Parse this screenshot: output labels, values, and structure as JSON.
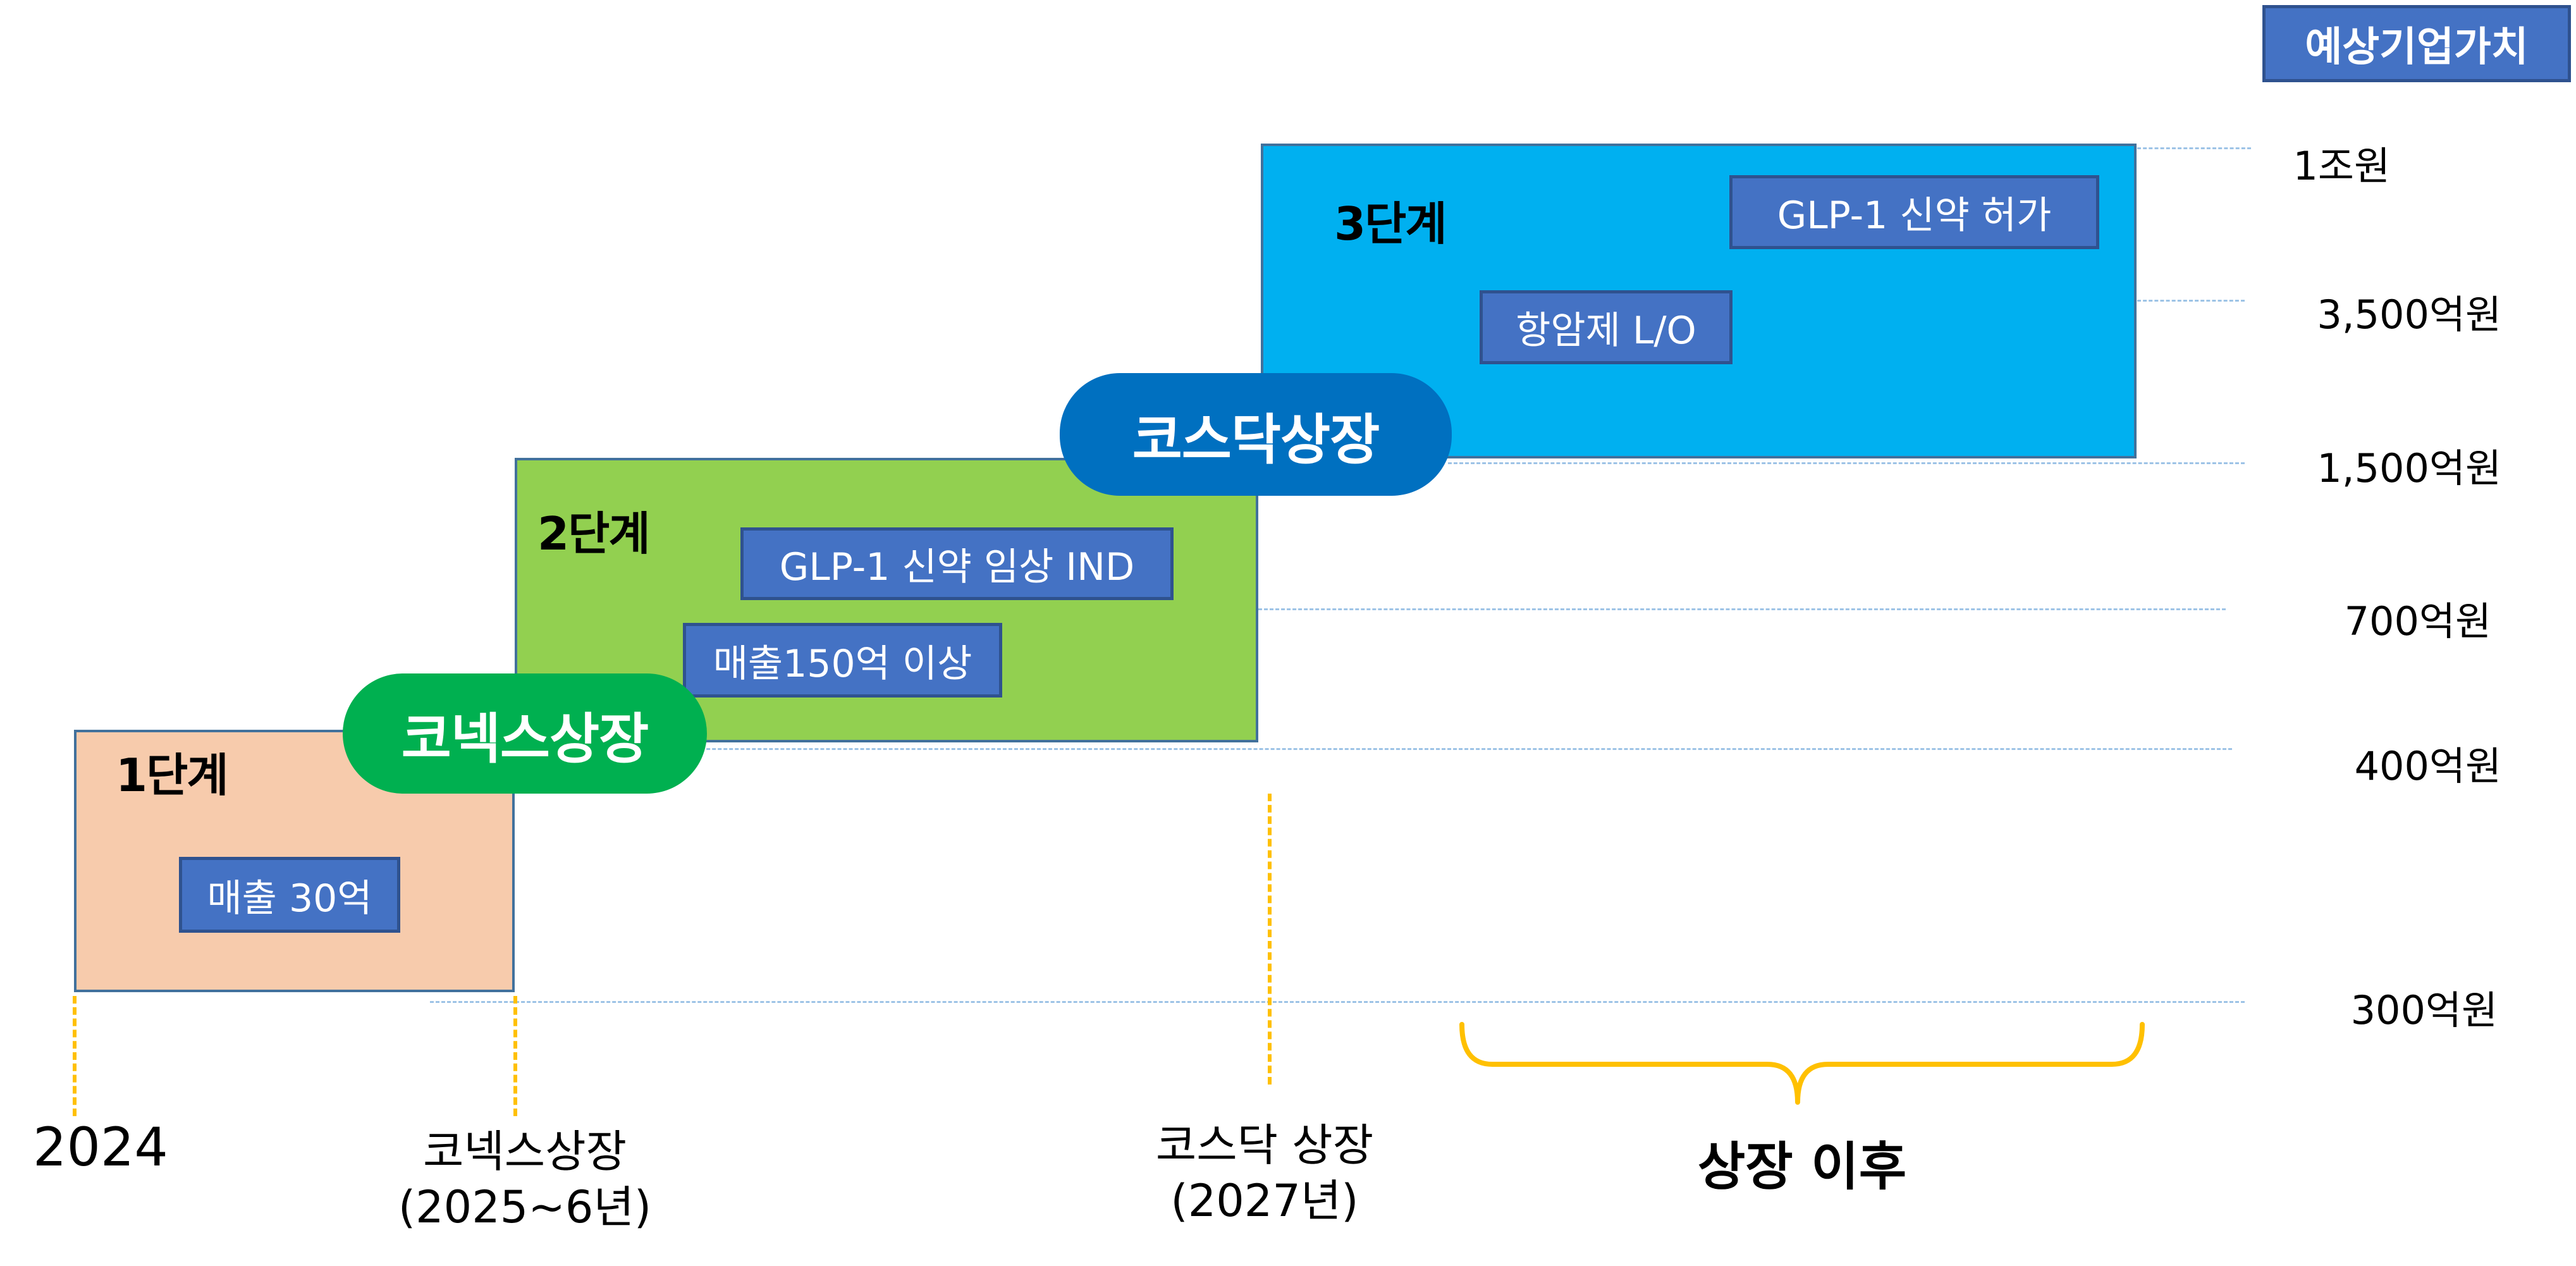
{
  "legend_label": "예상기업가치",
  "valuations": [
    "1조원",
    "3,500억원",
    "1,500억원",
    "700억원",
    "400억원",
    "300억원"
  ],
  "stages": [
    {
      "title": "1단계",
      "tags": [
        "매출 30억"
      ]
    },
    {
      "title": "2단계",
      "tags": [
        "GLP-1 신약 임상 IND",
        "매출150억 이상"
      ]
    },
    {
      "title": "3단계",
      "tags": [
        "GLP-1 신약 허가",
        "항암제  L/O"
      ]
    }
  ],
  "listings": {
    "konex": "코넥스상장",
    "kosdaq": "코스닥상장"
  },
  "timeline": {
    "year_start": "2024",
    "konex_label": "코넥스상장",
    "konex_period": "(2025~6년)",
    "kosdaq_label": "코스닥 상장",
    "kosdaq_period": "(2027년)",
    "after_label": "상장 이후"
  },
  "colors": {
    "stage1": "#f7cbac",
    "stage2": "#92d050",
    "stage3": "#00b0f0",
    "tag": "#4472c4",
    "konex_pill": "#00b050",
    "kosdaq_pill": "#0070c0",
    "guide_line": "#9dc3e6",
    "timeline_marker": "#ffc000"
  }
}
